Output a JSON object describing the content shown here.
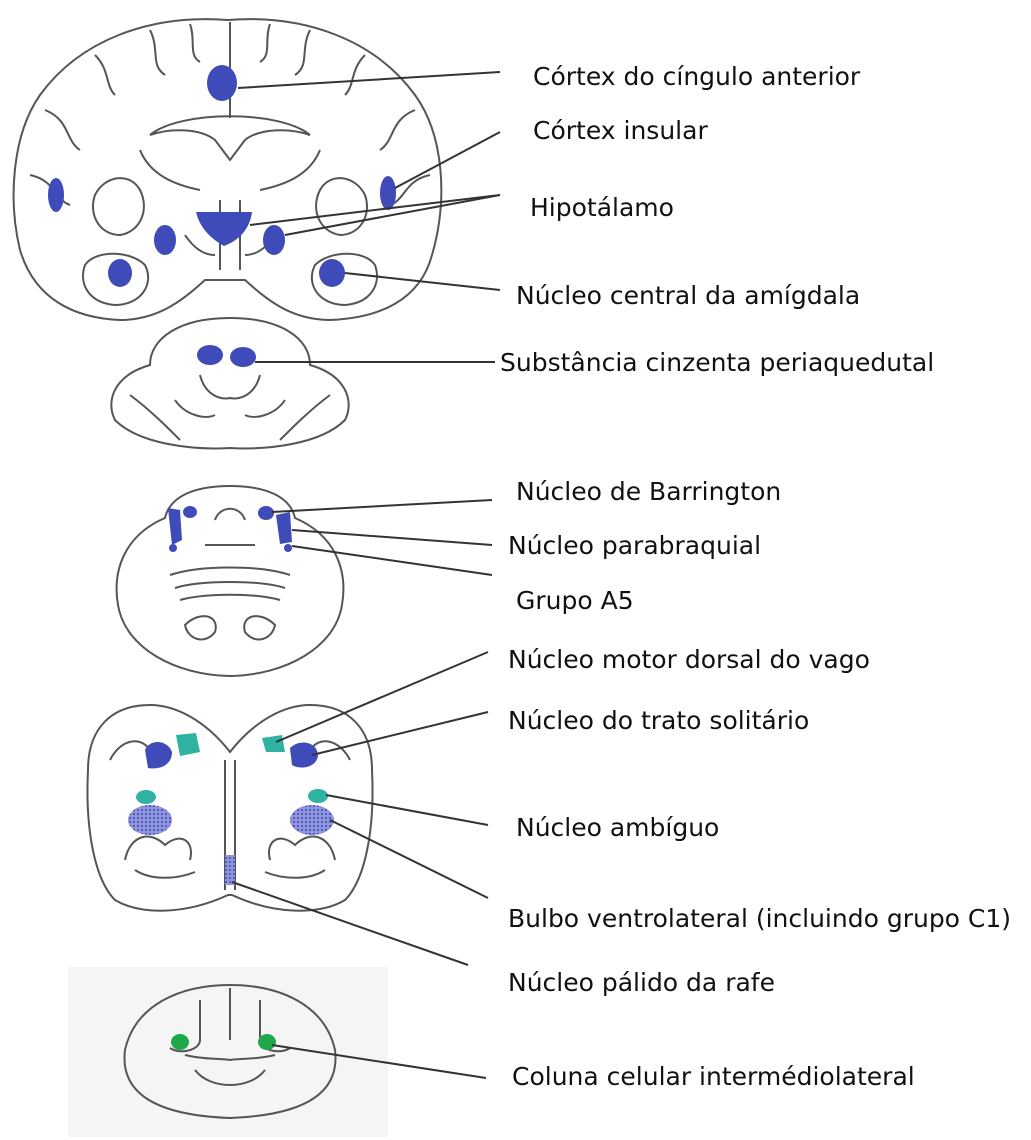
{
  "labels": {
    "cingulate": "Córtex do cíngulo anterior",
    "insular": "Córtex insular",
    "hypothalamus": "Hipotálamo",
    "amygdala": "Núcleo central da amígdala",
    "pag": "Substância cinzenta periaquedutal",
    "barrington": "Núcleo de Barrington",
    "parabrachial": "Núcleo parabraquial",
    "a5": "Grupo A5",
    "dmv": "Núcleo motor dorsal do vago",
    "nts": "Núcleo do trato solitário",
    "ambiguus": "Núcleo ambíguo",
    "vlm": "Bulbo ventrolateral (incluindo grupo C1)",
    "raphe": "Núcleo pálido da rafe",
    "iml": "Coluna celular intermédiolateral"
  },
  "colors": {
    "region_blue": "#3f4bb8",
    "region_teal": "#2eb3a0",
    "region_green": "#1fa84a",
    "outline": "#555555",
    "leader_line": "#333333"
  }
}
